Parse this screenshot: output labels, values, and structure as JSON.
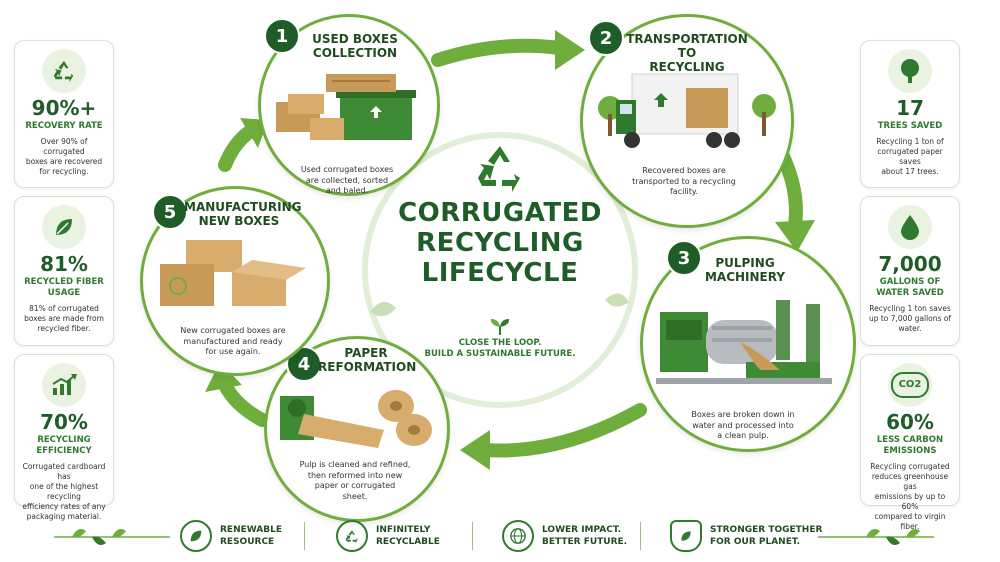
{
  "title": {
    "line1": "CORRUGATED",
    "line2": "RECYCLING",
    "line3": "LIFECYCLE"
  },
  "tagline": {
    "line1": "CLOSE THE LOOP.",
    "line2": "BUILD A SUSTAINABLE FUTURE."
  },
  "steps": [
    {
      "number": "1",
      "title1": "USED BOXES",
      "title2": "COLLECTION",
      "desc1": "Used corrugated boxes",
      "desc2": "are collected, sorted",
      "desc3": "and baled."
    },
    {
      "number": "2",
      "title1": "TRANSPORTATION TO",
      "title2": "RECYCLING FACILITY",
      "desc1": "Recovered boxes are",
      "desc2": "transported to a recycling",
      "desc3": "facility."
    },
    {
      "number": "3",
      "title1": "PULPING",
      "title2": "MACHINERY",
      "desc1": "Boxes are broken down in",
      "desc2": "water and processed into",
      "desc3": "a clean pulp."
    },
    {
      "number": "4",
      "title1": "PAPER",
      "title2": "REFORMATION",
      "desc1": "Pulp is cleaned and refined,",
      "desc2": "then reformed into new",
      "desc3": "paper or corrugated",
      "desc4": "sheet."
    },
    {
      "number": "5",
      "title1": "MANUFACTURING",
      "title2": "NEW BOXES",
      "desc1": "New corrugated boxes are",
      "desc2": "manufactured and ready",
      "desc3": "for use again."
    }
  ],
  "left_stats": [
    {
      "value": "90%+",
      "label": "RECOVERY RATE",
      "desc1": "Over 90% of corrugated",
      "desc2": "boxes are recovered",
      "desc3": "for recycling.",
      "desc4": "",
      "icon": "recycle-icon"
    },
    {
      "value": "81%",
      "label": "RECYCLED FIBER USAGE",
      "desc1": "81% of corrugated",
      "desc2": "boxes are made from",
      "desc3": "recycled fiber.",
      "desc4": "",
      "icon": "leaf-icon"
    },
    {
      "value": "70%",
      "label": "RECYCLING EFFICIENCY",
      "desc1": "Corrugated cardboard has",
      "desc2": "one of the highest recycling",
      "desc3": "efficiency rates of any",
      "desc4": "packaging material.",
      "icon": "growth-chart-icon"
    }
  ],
  "right_stats": [
    {
      "value": "17",
      "label": "TREES SAVED",
      "desc1": "Recycling 1 ton of",
      "desc2": "corrugated paper saves",
      "desc3": "about 17 trees.",
      "desc4": "",
      "icon": "tree-icon"
    },
    {
      "value": "7,000",
      "label": "GALLONS OF WATER SAVED",
      "desc1": "Recycling 1 ton saves",
      "desc2": "up to 7,000 gallons of",
      "desc3": "water.",
      "desc4": "",
      "icon": "water-drop-icon"
    },
    {
      "value": "60%",
      "label": "LESS CARBON EMISSIONS",
      "desc1": "Recycling corrugated",
      "desc2": "reduces greenhouse gas",
      "desc3": "emissions by up to 60%",
      "desc4": "compared to virgin fiber.",
      "icon": "co2-icon"
    }
  ],
  "co2_text": "CO2",
  "footer": [
    {
      "line1": "RENEWABLE",
      "line2": "RESOURCE",
      "icon": "leaf-icon"
    },
    {
      "line1": "INFINITELY",
      "line2": "RECYCLABLE",
      "icon": "recycle-icon"
    },
    {
      "line1": "LOWER IMPACT.",
      "line2": "BETTER FUTURE.",
      "icon": "globe-icon"
    },
    {
      "line1": "STRONGER TOGETHER",
      "line2": "FOR OUR PLANET.",
      "icon": "shield-leaf-icon"
    }
  ],
  "colors": {
    "dark_green": "#1f5d28",
    "mid_green": "#2f7a2f",
    "light_green": "#6fae3c",
    "cardboard": "#c89a5a"
  }
}
